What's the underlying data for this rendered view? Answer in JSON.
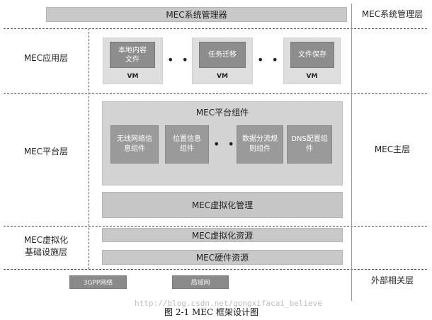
{
  "top": {
    "manager_bar": "MEC系统管理器",
    "manager_label": "MEC系统管理层"
  },
  "app_layer": {
    "label": "MEC应用层",
    "vms": [
      {
        "content": "本地内容\n文件",
        "tag": "VM"
      },
      {
        "content": "任务迁移",
        "tag": "VM"
      },
      {
        "content": "文件保存",
        "tag": "VM"
      }
    ],
    "ellipsis": "• • •"
  },
  "platform_layer": {
    "label": "MEC平台层",
    "components_title": "MEC平台组件",
    "components": [
      "无线网络信\n息组件",
      "位置信息\n组件",
      "数据分流规\n则组件",
      "DNS配置组\n件"
    ],
    "ellipsis": "• • •",
    "virt_mgmt": "MEC虚拟化管理"
  },
  "host_label": "MEC主层",
  "infra_layer": {
    "label": "MEC虚拟化\n基础设施层",
    "virt_resources": "MEC虚拟化资源",
    "hw_resources": "MEC硬件资源"
  },
  "external": {
    "label": "外部相关层",
    "items": [
      "3GPP网络",
      "局域网"
    ]
  },
  "caption": "图 2-1 MEC 框架设计图",
  "watermark": "http://blog.csdn.net/gongxifacai_believe"
}
